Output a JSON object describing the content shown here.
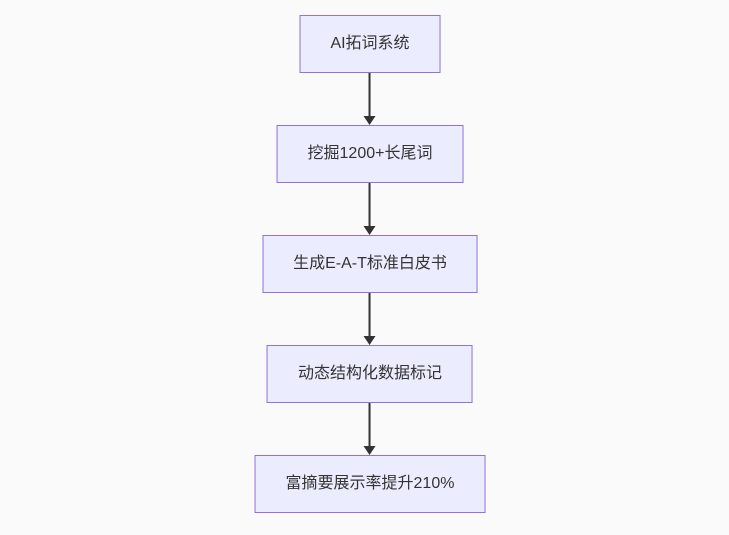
{
  "flowchart": {
    "nodes": [
      "AI拓词系统",
      "挖掘1200+长尾词",
      "生成E-A-T标准白皮书",
      "动态结构化数据标记",
      "富摘要展示率提升210%"
    ],
    "edges": [
      {
        "from": 0,
        "to": 1
      },
      {
        "from": 1,
        "to": 2
      },
      {
        "from": 2,
        "to": 3
      },
      {
        "from": 3,
        "to": 4
      }
    ]
  },
  "colors": {
    "background": "#fafafa",
    "node_fill": "#ececff",
    "node_border": "#9370db",
    "node_text": "#333333",
    "arrow": "#333333"
  }
}
